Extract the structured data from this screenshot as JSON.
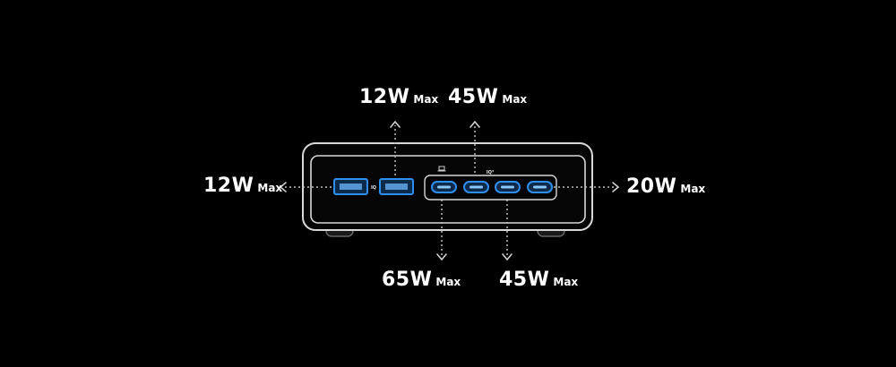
{
  "labels": {
    "top_usba": {
      "power": "12W",
      "suffix": "Max"
    },
    "top_usbc": {
      "power": "45W",
      "suffix": "Max"
    },
    "left_usba": {
      "power": "12W",
      "suffix": "Max"
    },
    "right_usbc": {
      "power": "20W",
      "suffix": "Max"
    },
    "bottom_c1": {
      "power": "65W",
      "suffix": "Max"
    },
    "bottom_c3": {
      "power": "45W",
      "suffix": "Max"
    }
  },
  "port_badges": {
    "usba": "IQ",
    "usbc": "IQ³"
  },
  "colors": {
    "accent": "#2f8ff0",
    "background": "#000000",
    "outline": "#d8d8d8",
    "arrow": "#bdbdbd"
  }
}
